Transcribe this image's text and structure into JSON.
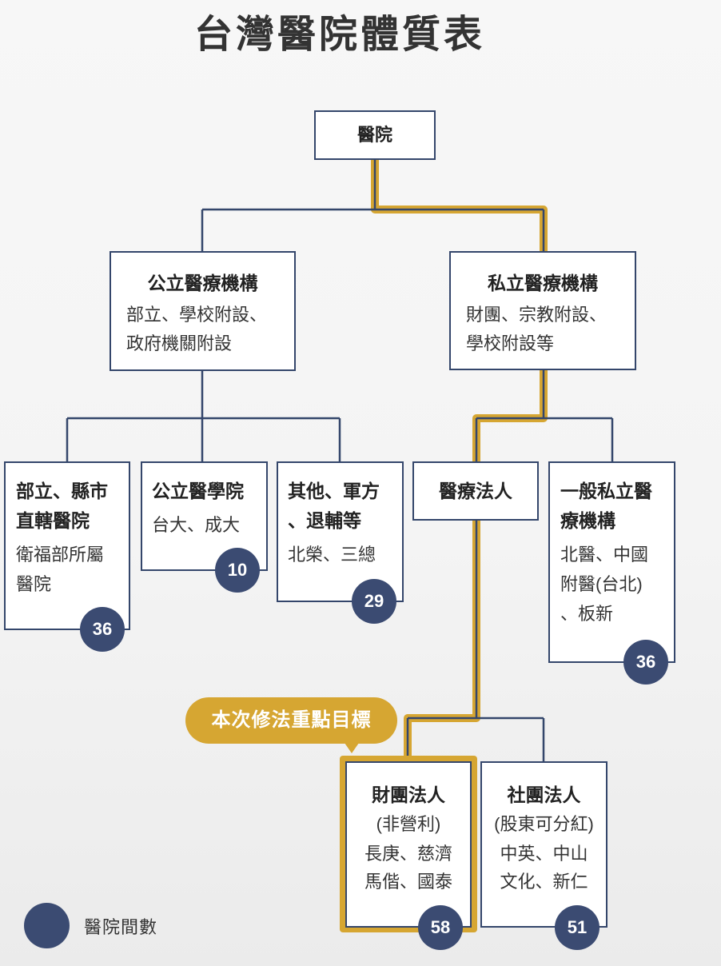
{
  "title": "台灣醫院體質表",
  "colors": {
    "navy": "#34466b",
    "gold": "#d6a632",
    "circle": "#3b4b72"
  },
  "root": {
    "label": "醫院"
  },
  "public": {
    "title": "公立醫療機構",
    "lines": [
      "部立、學校附設、",
      "政府機關附設"
    ]
  },
  "private": {
    "title": "私立醫療機構",
    "lines": [
      "財團、宗教附設、",
      "學校附設等"
    ]
  },
  "public_children": [
    {
      "title_lines": [
        "部立、縣市",
        "直轄醫院"
      ],
      "lines": [
        "衛福部所屬",
        "醫院"
      ],
      "count": "36"
    },
    {
      "title_lines": [
        "公立醫學院"
      ],
      "lines": [
        "台大、成大"
      ],
      "count": "10"
    },
    {
      "title_lines": [
        "其他、軍方",
        "、退輔等"
      ],
      "lines": [
        "北榮、三總"
      ],
      "count": "29"
    }
  ],
  "private_children": [
    {
      "title_lines": [
        "醫療法人"
      ]
    },
    {
      "title_lines": [
        "一般私立醫",
        "療機構"
      ],
      "lines": [
        "北醫、中國",
        "附醫(台北)",
        "、板新"
      ],
      "count": "36"
    }
  ],
  "medical_corp_children": [
    {
      "title": "財團法人",
      "subtitle": "(非營利)",
      "lines": [
        "長庚、慈濟",
        "馬偕、國泰"
      ],
      "count": "58",
      "highlighted": true
    },
    {
      "title": "社團法人",
      "subtitle": "(股東可分紅)",
      "lines": [
        "中英、中山",
        "文化、新仁"
      ],
      "count": "51"
    }
  ],
  "highlight_label": "本次修法重點目標",
  "legend": {
    "label": "醫院間數",
    "icon": "navy-circle"
  }
}
